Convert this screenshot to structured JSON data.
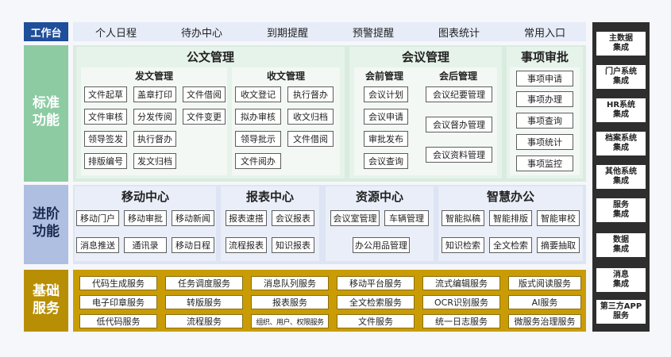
{
  "header": {
    "label": "工作台",
    "items": [
      "个人日程",
      "待办中心",
      "到期提醒",
      "预警提醒",
      "图表统计",
      "常用入口"
    ]
  },
  "standard": {
    "label": "标准\n功能",
    "official_doc": {
      "title": "公文管理",
      "send": {
        "title": "发文管理",
        "items": [
          "文件起草",
          "盖章打印",
          "文件借阅",
          "文件审核",
          "分发传阅",
          "文件变更",
          "领导签发",
          "执行督办",
          "排版编号",
          "发文归档"
        ]
      },
      "receive": {
        "title": "收文管理",
        "items": [
          "收文登记",
          "执行督办",
          "拟办审核",
          "收文归档",
          "领导批示",
          "文件借阅",
          "文件阅办"
        ]
      }
    },
    "meeting": {
      "title": "会议管理",
      "before": {
        "title": "会前管理",
        "items": [
          "会议计划",
          "会议申请",
          "审批发布",
          "会议查询"
        ]
      },
      "after": {
        "title": "会后管理",
        "items": [
          "会议纪要管理",
          "会议督办管理",
          "会议资料管理"
        ]
      }
    },
    "approval": {
      "title": "事项审批",
      "items": [
        "事项申请",
        "事项办理",
        "事项查询",
        "事项统计",
        "事项监控"
      ]
    }
  },
  "advanced": {
    "label": "进阶\n功能",
    "mobile": {
      "title": "移动中心",
      "items": [
        "移动门户",
        "移动审批",
        "移动新闻",
        "消息推送",
        "通讯录",
        "移动日程"
      ]
    },
    "report": {
      "title": "报表中心",
      "items": [
        "报表速搭",
        "会议报表",
        "流程报表",
        "知识报表"
      ]
    },
    "resource": {
      "title": "资源中心",
      "items": [
        "会议室管理",
        "车辆管理",
        "办公用品管理"
      ]
    },
    "smart": {
      "title": "智慧办公",
      "items": [
        "智能拟稿",
        "智能排版",
        "智能审校",
        "知识检索",
        "全文检索",
        "摘要抽取"
      ]
    }
  },
  "base": {
    "label": "基础\n服务",
    "items": [
      "代码生成服务",
      "任务调度服务",
      "消息队列服务",
      "移动平台服务",
      "流式编辑服务",
      "版式阅读服务",
      "电子印章服务",
      "转版服务",
      "报表服务",
      "全文检索服务",
      "OCR识别服务",
      "AI服务",
      "低代码服务",
      "流程服务",
      "组织、用户、权限服务",
      "文件服务",
      "统一日志服务",
      "微服务治理服务"
    ]
  },
  "integrations": [
    "主数据\n集成",
    "门户系统\n集成",
    "HR系统\n集成",
    "档案系统\n集成",
    "其他系统\n集成",
    "服务\n集成",
    "数据\n集成",
    "消息\n集成",
    "第三方APP\n服务"
  ],
  "colors": {
    "header": "#1f4e9a",
    "standard": "#8dcba3",
    "advanced": "#aebfe2",
    "base": "#b88f04",
    "integration": "#2e2e2e"
  }
}
